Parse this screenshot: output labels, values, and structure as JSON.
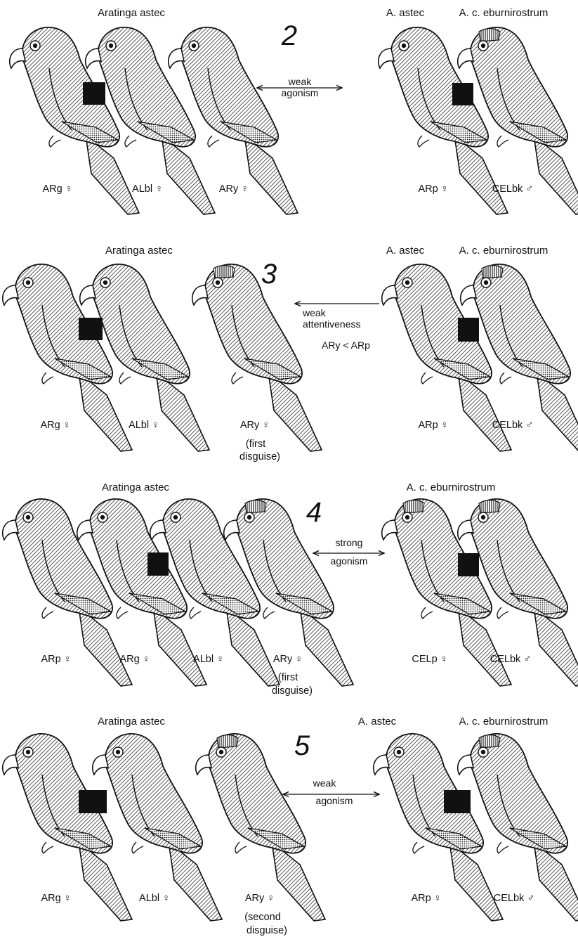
{
  "panels": [
    {
      "number": "2",
      "left_heading": "Aratinga  astec",
      "right_headings": [
        "A. astec",
        "A. c. eburnirostrum"
      ],
      "interaction": {
        "lines": [
          "weak",
          "agonism"
        ],
        "direction": "both"
      },
      "left_birds": [
        {
          "label": "ARg ♀",
          "head": "plain"
        },
        {
          "label": "ALbl ♀",
          "head": "plain"
        },
        {
          "label": "ARy ♀",
          "head": "plain"
        }
      ],
      "right_birds": [
        {
          "label": "ARp ♀",
          "head": "plain"
        },
        {
          "label": "CELbk ♂",
          "head": "striped"
        }
      ],
      "notes": []
    },
    {
      "number": "3",
      "left_heading": "Aratinga  astec",
      "right_headings": [
        "A. astec",
        "A. c. eburnirostrum"
      ],
      "interaction": {
        "lines": [
          "weak",
          "attentiveness"
        ],
        "direction": "left"
      },
      "extra_text": "ARy < ARp",
      "left_birds": [
        {
          "label": "ARg ♀",
          "head": "plain"
        },
        {
          "label": "ALbl ♀",
          "head": "plain"
        },
        {
          "label": "ARy ♀",
          "head": "striped",
          "note": [
            "(first",
            "disguise)"
          ]
        }
      ],
      "right_birds": [
        {
          "label": "ARp ♀",
          "head": "plain"
        },
        {
          "label": "CELbk ♂",
          "head": "striped"
        }
      ]
    },
    {
      "number": "4",
      "left_heading": "Aratinga  astec",
      "right_headings": [
        "A. c. eburnirostrum"
      ],
      "interaction": {
        "lines": [
          "strong",
          "agonism"
        ],
        "direction": "both"
      },
      "left_birds": [
        {
          "label": "ARp ♀",
          "head": "plain"
        },
        {
          "label": "ARg ♀",
          "head": "plain"
        },
        {
          "label": "ALbl ♀",
          "head": "plain"
        },
        {
          "label": "ARy ♀",
          "head": "striped",
          "note": [
            "(first",
            "disguise)"
          ]
        }
      ],
      "right_birds": [
        {
          "label": "CELp ♀",
          "head": "striped"
        },
        {
          "label": "CELbk ♂",
          "head": "striped"
        }
      ]
    },
    {
      "number": "5",
      "left_heading": "Aratinga  astec",
      "right_headings": [
        "A. astec",
        "A. c. eburnirostrum"
      ],
      "interaction": {
        "lines": [
          "weak",
          "agonism"
        ],
        "direction": "both"
      },
      "left_birds": [
        {
          "label": "ARg ♀",
          "head": "plain"
        },
        {
          "label": "ALbl ♀",
          "head": "plain"
        },
        {
          "label": "ARy ♀",
          "head": "striped",
          "note": [
            "(second",
            "disguise)"
          ]
        }
      ],
      "right_birds": [
        {
          "label": "ARp ♀",
          "head": "plain"
        },
        {
          "label": "CELbk ♂",
          "head": "striped"
        }
      ]
    }
  ]
}
